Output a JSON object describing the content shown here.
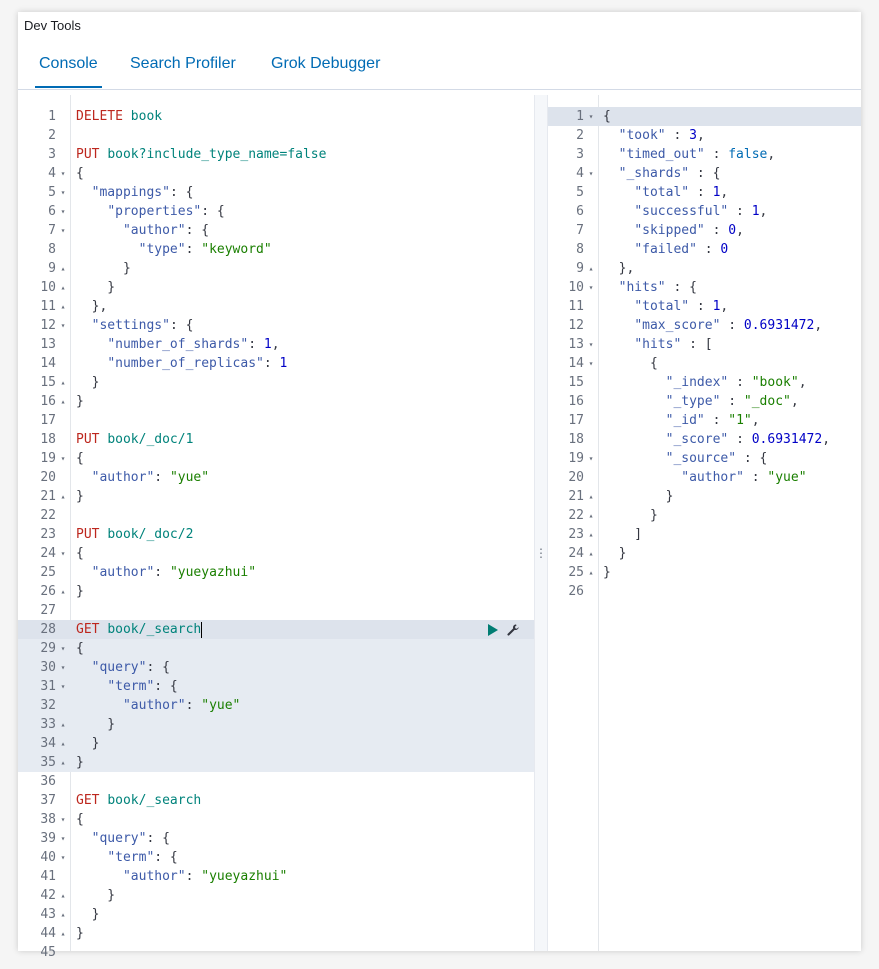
{
  "app_title": "Dev Tools",
  "tabs": [
    {
      "label": "Console",
      "active": true
    },
    {
      "label": "Search Profiler",
      "active": false
    },
    {
      "label": "Grok Debugger",
      "active": false
    }
  ],
  "icons": {
    "resize": "vertical-dots-icon",
    "run": "play-icon",
    "options": "wrench-icon"
  },
  "colors": {
    "accent": "#006bb4",
    "method": "#bd271e",
    "url": "#00837b",
    "string": "#1a7f00",
    "property": "#3d5aa8",
    "number": "#0000c6",
    "selected_block": "#e6ebf2"
  },
  "request_editor": {
    "lines": [
      {
        "n": "1",
        "fold": "",
        "tokens": [
          [
            "k",
            "DELETE"
          ],
          [
            "t",
            " "
          ],
          [
            "u",
            "book"
          ]
        ]
      },
      {
        "n": "2",
        "fold": "",
        "tokens": []
      },
      {
        "n": "3",
        "fold": "",
        "tokens": [
          [
            "k",
            "PUT"
          ],
          [
            "t",
            " "
          ],
          [
            "u",
            "book?include_type_name=false"
          ]
        ]
      },
      {
        "n": "4",
        "fold": "▾",
        "tokens": [
          [
            "t",
            "{"
          ]
        ]
      },
      {
        "n": "5",
        "fold": "▾",
        "tokens": [
          [
            "t",
            "  "
          ],
          [
            "p",
            "\"mappings\""
          ],
          [
            "t",
            ": {"
          ]
        ]
      },
      {
        "n": "6",
        "fold": "▾",
        "tokens": [
          [
            "t",
            "    "
          ],
          [
            "p",
            "\"properties\""
          ],
          [
            "t",
            ": {"
          ]
        ]
      },
      {
        "n": "7",
        "fold": "▾",
        "tokens": [
          [
            "t",
            "      "
          ],
          [
            "p",
            "\"author\""
          ],
          [
            "t",
            ": {"
          ]
        ]
      },
      {
        "n": "8",
        "fold": "",
        "tokens": [
          [
            "t",
            "        "
          ],
          [
            "p",
            "\"type\""
          ],
          [
            "t",
            ": "
          ],
          [
            "s",
            "\"keyword\""
          ]
        ]
      },
      {
        "n": "9",
        "fold": "▴",
        "tokens": [
          [
            "t",
            "      }"
          ]
        ]
      },
      {
        "n": "10",
        "fold": "▴",
        "tokens": [
          [
            "t",
            "    }"
          ]
        ]
      },
      {
        "n": "11",
        "fold": "▴",
        "tokens": [
          [
            "t",
            "  },"
          ]
        ]
      },
      {
        "n": "12",
        "fold": "▾",
        "tokens": [
          [
            "t",
            "  "
          ],
          [
            "p",
            "\"settings\""
          ],
          [
            "t",
            ": {"
          ]
        ]
      },
      {
        "n": "13",
        "fold": "",
        "tokens": [
          [
            "t",
            "    "
          ],
          [
            "p",
            "\"number_of_shards\""
          ],
          [
            "t",
            ": "
          ],
          [
            "n",
            "1"
          ],
          [
            "t",
            ","
          ]
        ]
      },
      {
        "n": "14",
        "fold": "",
        "tokens": [
          [
            "t",
            "    "
          ],
          [
            "p",
            "\"number_of_replicas\""
          ],
          [
            "t",
            ": "
          ],
          [
            "n",
            "1"
          ]
        ]
      },
      {
        "n": "15",
        "fold": "▴",
        "tokens": [
          [
            "t",
            "  }"
          ]
        ]
      },
      {
        "n": "16",
        "fold": "▴",
        "tokens": [
          [
            "t",
            "}"
          ]
        ]
      },
      {
        "n": "17",
        "fold": "",
        "tokens": []
      },
      {
        "n": "18",
        "fold": "",
        "tokens": [
          [
            "k",
            "PUT"
          ],
          [
            "t",
            " "
          ],
          [
            "u",
            "book/_doc/1"
          ]
        ]
      },
      {
        "n": "19",
        "fold": "▾",
        "tokens": [
          [
            "t",
            "{"
          ]
        ]
      },
      {
        "n": "20",
        "fold": "",
        "tokens": [
          [
            "t",
            "  "
          ],
          [
            "p",
            "\"author\""
          ],
          [
            "t",
            ": "
          ],
          [
            "s",
            "\"yue\""
          ]
        ]
      },
      {
        "n": "21",
        "fold": "▴",
        "tokens": [
          [
            "t",
            "}"
          ]
        ]
      },
      {
        "n": "22",
        "fold": "",
        "tokens": []
      },
      {
        "n": "23",
        "fold": "",
        "tokens": [
          [
            "k",
            "PUT"
          ],
          [
            "t",
            " "
          ],
          [
            "u",
            "book/_doc/2"
          ]
        ]
      },
      {
        "n": "24",
        "fold": "▾",
        "tokens": [
          [
            "t",
            "{"
          ]
        ]
      },
      {
        "n": "25",
        "fold": "",
        "tokens": [
          [
            "t",
            "  "
          ],
          [
            "p",
            "\"author\""
          ],
          [
            "t",
            ": "
          ],
          [
            "s",
            "\"yueyazhui\""
          ]
        ]
      },
      {
        "n": "26",
        "fold": "▴",
        "tokens": [
          [
            "t",
            "}"
          ]
        ]
      },
      {
        "n": "27",
        "fold": "",
        "tokens": []
      },
      {
        "n": "28",
        "fold": "",
        "state": "active",
        "tokens": [
          [
            "k",
            "GET"
          ],
          [
            "t",
            " "
          ],
          [
            "u",
            "book/_search"
          ]
        ]
      },
      {
        "n": "29",
        "fold": "▾",
        "state": "sel",
        "tokens": [
          [
            "t",
            "{"
          ]
        ]
      },
      {
        "n": "30",
        "fold": "▾",
        "state": "sel",
        "tokens": [
          [
            "t",
            "  "
          ],
          [
            "p",
            "\"query\""
          ],
          [
            "t",
            ": {"
          ]
        ]
      },
      {
        "n": "31",
        "fold": "▾",
        "state": "sel",
        "tokens": [
          [
            "t",
            "    "
          ],
          [
            "p",
            "\"term\""
          ],
          [
            "t",
            ": {"
          ]
        ]
      },
      {
        "n": "32",
        "fold": "",
        "state": "sel",
        "tokens": [
          [
            "t",
            "      "
          ],
          [
            "p",
            "\"author\""
          ],
          [
            "t",
            ": "
          ],
          [
            "s",
            "\"yue\""
          ]
        ]
      },
      {
        "n": "33",
        "fold": "▴",
        "state": "sel",
        "tokens": [
          [
            "t",
            "    }"
          ]
        ]
      },
      {
        "n": "34",
        "fold": "▴",
        "state": "sel",
        "tokens": [
          [
            "t",
            "  }"
          ]
        ]
      },
      {
        "n": "35",
        "fold": "▴",
        "state": "sel",
        "tokens": [
          [
            "t",
            "}"
          ]
        ]
      },
      {
        "n": "36",
        "fold": "",
        "tokens": []
      },
      {
        "n": "37",
        "fold": "",
        "tokens": [
          [
            "k",
            "GET"
          ],
          [
            "t",
            " "
          ],
          [
            "u",
            "book/_search"
          ]
        ]
      },
      {
        "n": "38",
        "fold": "▾",
        "tokens": [
          [
            "t",
            "{"
          ]
        ]
      },
      {
        "n": "39",
        "fold": "▾",
        "tokens": [
          [
            "t",
            "  "
          ],
          [
            "p",
            "\"query\""
          ],
          [
            "t",
            ": {"
          ]
        ]
      },
      {
        "n": "40",
        "fold": "▾",
        "tokens": [
          [
            "t",
            "    "
          ],
          [
            "p",
            "\"term\""
          ],
          [
            "t",
            ": {"
          ]
        ]
      },
      {
        "n": "41",
        "fold": "",
        "tokens": [
          [
            "t",
            "      "
          ],
          [
            "p",
            "\"author\""
          ],
          [
            "t",
            ": "
          ],
          [
            "s",
            "\"yueyazhui\""
          ]
        ]
      },
      {
        "n": "42",
        "fold": "▴",
        "tokens": [
          [
            "t",
            "    }"
          ]
        ]
      },
      {
        "n": "43",
        "fold": "▴",
        "tokens": [
          [
            "t",
            "  }"
          ]
        ]
      },
      {
        "n": "44",
        "fold": "▴",
        "tokens": [
          [
            "t",
            "}"
          ]
        ]
      },
      {
        "n": "45",
        "fold": "",
        "tokens": []
      }
    ]
  },
  "response_viewer": {
    "lines": [
      {
        "n": "1",
        "fold": "▾",
        "state": "active",
        "tokens": [
          [
            "t",
            "{"
          ]
        ]
      },
      {
        "n": "2",
        "fold": "",
        "tokens": [
          [
            "t",
            "  "
          ],
          [
            "p",
            "\"took\""
          ],
          [
            "t",
            " : "
          ],
          [
            "n",
            "3"
          ],
          [
            "t",
            ","
          ]
        ]
      },
      {
        "n": "3",
        "fold": "",
        "tokens": [
          [
            "t",
            "  "
          ],
          [
            "p",
            "\"timed_out\""
          ],
          [
            "t",
            " : "
          ],
          [
            "b",
            "false"
          ],
          [
            "t",
            ","
          ]
        ]
      },
      {
        "n": "4",
        "fold": "▾",
        "tokens": [
          [
            "t",
            "  "
          ],
          [
            "p",
            "\"_shards\""
          ],
          [
            "t",
            " : {"
          ]
        ]
      },
      {
        "n": "5",
        "fold": "",
        "tokens": [
          [
            "t",
            "    "
          ],
          [
            "p",
            "\"total\""
          ],
          [
            "t",
            " : "
          ],
          [
            "n",
            "1"
          ],
          [
            "t",
            ","
          ]
        ]
      },
      {
        "n": "6",
        "fold": "",
        "tokens": [
          [
            "t",
            "    "
          ],
          [
            "p",
            "\"successful\""
          ],
          [
            "t",
            " : "
          ],
          [
            "n",
            "1"
          ],
          [
            "t",
            ","
          ]
        ]
      },
      {
        "n": "7",
        "fold": "",
        "tokens": [
          [
            "t",
            "    "
          ],
          [
            "p",
            "\"skipped\""
          ],
          [
            "t",
            " : "
          ],
          [
            "n",
            "0"
          ],
          [
            "t",
            ","
          ]
        ]
      },
      {
        "n": "8",
        "fold": "",
        "tokens": [
          [
            "t",
            "    "
          ],
          [
            "p",
            "\"failed\""
          ],
          [
            "t",
            " : "
          ],
          [
            "n",
            "0"
          ]
        ]
      },
      {
        "n": "9",
        "fold": "▴",
        "tokens": [
          [
            "t",
            "  },"
          ]
        ]
      },
      {
        "n": "10",
        "fold": "▾",
        "tokens": [
          [
            "t",
            "  "
          ],
          [
            "p",
            "\"hits\""
          ],
          [
            "t",
            " : {"
          ]
        ]
      },
      {
        "n": "11",
        "fold": "",
        "tokens": [
          [
            "t",
            "    "
          ],
          [
            "p",
            "\"total\""
          ],
          [
            "t",
            " : "
          ],
          [
            "n",
            "1"
          ],
          [
            "t",
            ","
          ]
        ]
      },
      {
        "n": "12",
        "fold": "",
        "tokens": [
          [
            "t",
            "    "
          ],
          [
            "p",
            "\"max_score\""
          ],
          [
            "t",
            " : "
          ],
          [
            "n",
            "0.6931472"
          ],
          [
            "t",
            ","
          ]
        ]
      },
      {
        "n": "13",
        "fold": "▾",
        "tokens": [
          [
            "t",
            "    "
          ],
          [
            "p",
            "\"hits\""
          ],
          [
            "t",
            " : ["
          ]
        ]
      },
      {
        "n": "14",
        "fold": "▾",
        "tokens": [
          [
            "t",
            "      {"
          ]
        ]
      },
      {
        "n": "15",
        "fold": "",
        "tokens": [
          [
            "t",
            "        "
          ],
          [
            "p",
            "\"_index\""
          ],
          [
            "t",
            " : "
          ],
          [
            "s",
            "\"book\""
          ],
          [
            "t",
            ","
          ]
        ]
      },
      {
        "n": "16",
        "fold": "",
        "tokens": [
          [
            "t",
            "        "
          ],
          [
            "p",
            "\"_type\""
          ],
          [
            "t",
            " : "
          ],
          [
            "s",
            "\"_doc\""
          ],
          [
            "t",
            ","
          ]
        ]
      },
      {
        "n": "17",
        "fold": "",
        "tokens": [
          [
            "t",
            "        "
          ],
          [
            "p",
            "\"_id\""
          ],
          [
            "t",
            " : "
          ],
          [
            "s",
            "\"1\""
          ],
          [
            "t",
            ","
          ]
        ]
      },
      {
        "n": "18",
        "fold": "",
        "tokens": [
          [
            "t",
            "        "
          ],
          [
            "p",
            "\"_score\""
          ],
          [
            "t",
            " : "
          ],
          [
            "n",
            "0.6931472"
          ],
          [
            "t",
            ","
          ]
        ]
      },
      {
        "n": "19",
        "fold": "▾",
        "tokens": [
          [
            "t",
            "        "
          ],
          [
            "p",
            "\"_source\""
          ],
          [
            "t",
            " : {"
          ]
        ]
      },
      {
        "n": "20",
        "fold": "",
        "tokens": [
          [
            "t",
            "          "
          ],
          [
            "p",
            "\"author\""
          ],
          [
            "t",
            " : "
          ],
          [
            "s",
            "\"yue\""
          ]
        ]
      },
      {
        "n": "21",
        "fold": "▴",
        "tokens": [
          [
            "t",
            "        }"
          ]
        ]
      },
      {
        "n": "22",
        "fold": "▴",
        "tokens": [
          [
            "t",
            "      }"
          ]
        ]
      },
      {
        "n": "23",
        "fold": "▴",
        "tokens": [
          [
            "t",
            "    ]"
          ]
        ]
      },
      {
        "n": "24",
        "fold": "▴",
        "tokens": [
          [
            "t",
            "  }"
          ]
        ]
      },
      {
        "n": "25",
        "fold": "▴",
        "tokens": [
          [
            "t",
            "}"
          ]
        ]
      },
      {
        "n": "26",
        "fold": "",
        "tokens": []
      }
    ]
  }
}
